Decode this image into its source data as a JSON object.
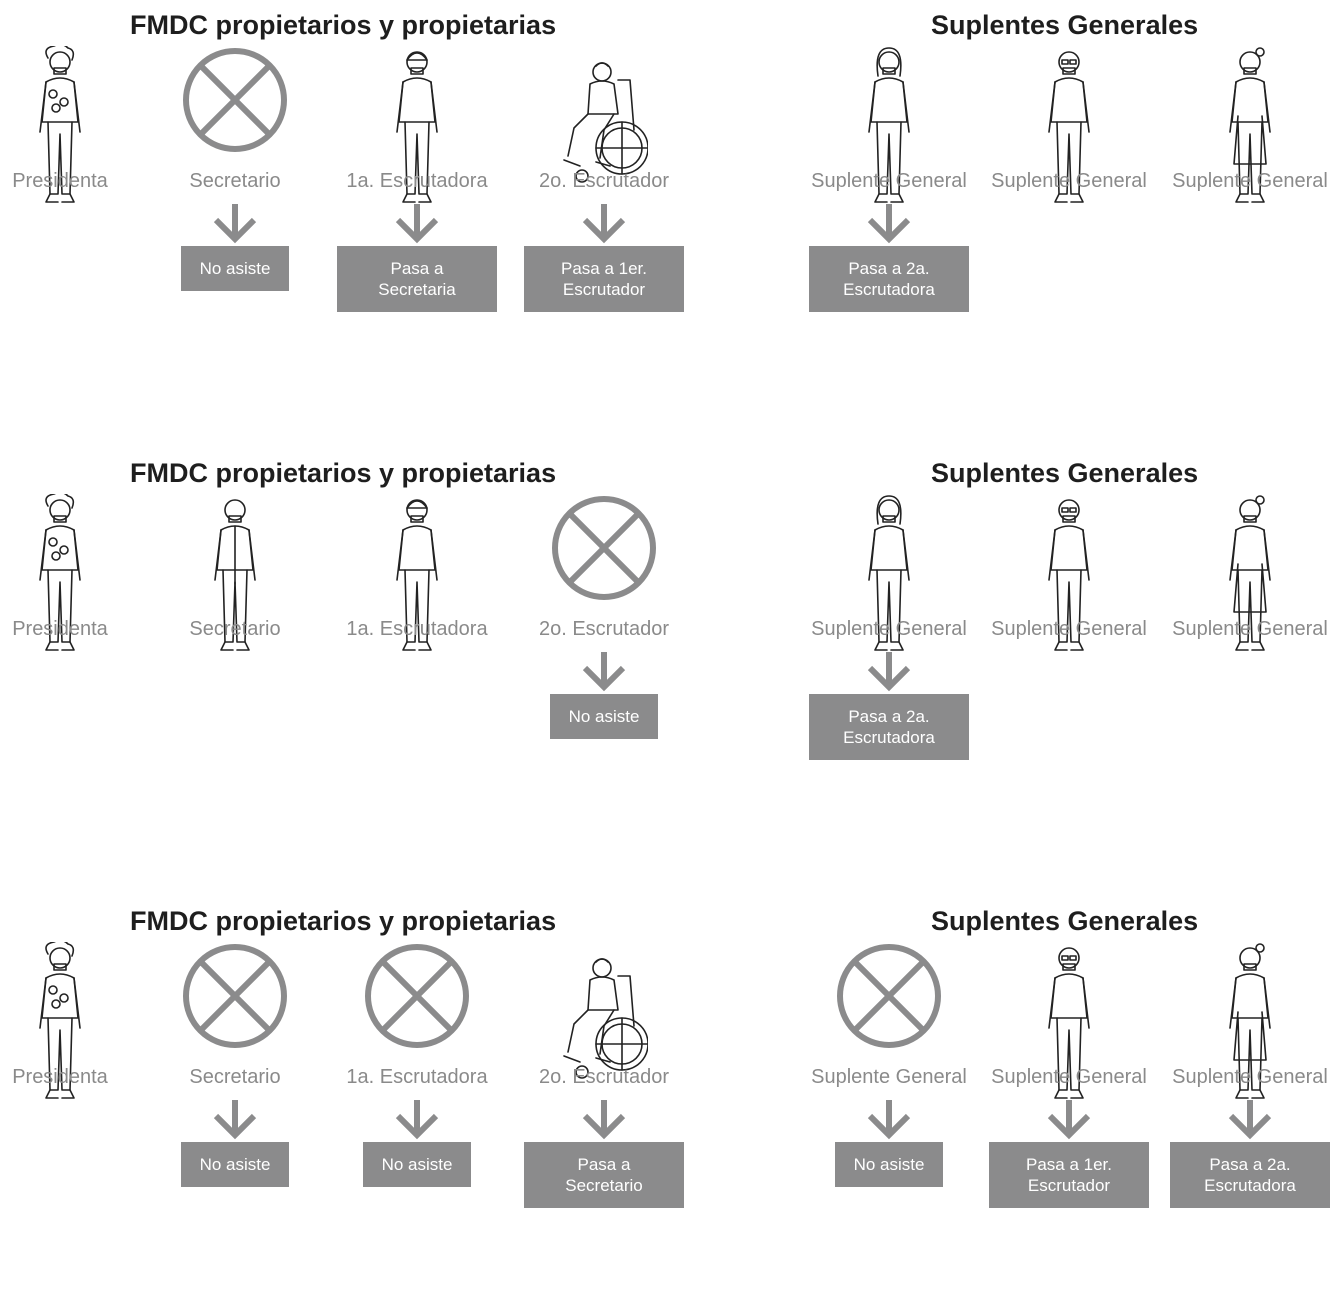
{
  "rows": [
    {
      "left_title": "FMDC propietarios y propietarias",
      "right_title": "Suplentes Generales",
      "members": [
        {
          "role": "Presidenta",
          "figure": "woman-curly-hair-icon",
          "absent": false,
          "box": null
        },
        {
          "role": "Secretario",
          "figure": "absent-cross-icon",
          "absent": true,
          "box": "No asiste"
        },
        {
          "role": "1a. Escrutadora",
          "figure": "woman-beanie-icon",
          "absent": false,
          "box_line1": "Pasa a",
          "box_line2": "Secretaria"
        },
        {
          "role": "2o. Escrutador",
          "figure": "man-wheelchair-icon",
          "absent": false,
          "box_line1": "Pasa a 1er.",
          "box_line2": "Escrutador"
        },
        {
          "role": "Suplente General",
          "figure": "woman-long-hair-icon",
          "absent": false,
          "box_line1": "Pasa a 2a.",
          "box_line2": "Escrutadora"
        },
        {
          "role": "Suplente General",
          "figure": "man-glasses-icon",
          "absent": false,
          "box": null
        },
        {
          "role": "Suplente General",
          "figure": "woman-dress-icon",
          "absent": false,
          "box": null
        }
      ]
    },
    {
      "left_title": "FMDC propietarios y propietarias",
      "right_title": "Suplentes Generales",
      "members": [
        {
          "role": "Presidenta",
          "figure": "woman-curly-hair-icon",
          "absent": false,
          "box": null
        },
        {
          "role": "Secretario",
          "figure": "man-jacket-icon",
          "absent": false,
          "box": null
        },
        {
          "role": "1a. Escrutadora",
          "figure": "woman-beanie-icon",
          "absent": false,
          "box": null
        },
        {
          "role": "2o. Escrutador",
          "figure": "absent-cross-icon",
          "absent": true,
          "box": "No asiste"
        },
        {
          "role": "Suplente General",
          "figure": "woman-long-hair-icon",
          "absent": false,
          "box_line1": "Pasa a 2a.",
          "box_line2": "Escrutadora"
        },
        {
          "role": "Suplente General",
          "figure": "man-glasses-icon",
          "absent": false,
          "box": null
        },
        {
          "role": "Suplente General",
          "figure": "woman-dress-icon",
          "absent": false,
          "box": null
        }
      ]
    },
    {
      "left_title": "FMDC propietarios y propietarias",
      "right_title": "Suplentes Generales",
      "members": [
        {
          "role": "Presidenta",
          "figure": "woman-curly-hair-icon",
          "absent": false,
          "box": null
        },
        {
          "role": "Secretario",
          "figure": "absent-cross-icon",
          "absent": true,
          "box": "No asiste"
        },
        {
          "role": "1a. Escrutadora",
          "figure": "absent-cross-icon",
          "absent": true,
          "box": "No asiste"
        },
        {
          "role": "2o. Escrutador",
          "figure": "man-wheelchair-icon",
          "absent": false,
          "box_line1": "Pasa a",
          "box_line2": "Secretario"
        },
        {
          "role": "Suplente General",
          "figure": "absent-cross-icon",
          "absent": true,
          "box": "No asiste"
        },
        {
          "role": "Suplente General",
          "figure": "man-glasses-icon",
          "absent": false,
          "box_line1": "Pasa a 1er.",
          "box_line2": "Escrutador"
        },
        {
          "role": "Suplente General",
          "figure": "woman-dress-icon",
          "absent": false,
          "box_line1": "Pasa a 2a.",
          "box_line2": "Escrutadora"
        }
      ]
    }
  ],
  "colors": {
    "title": "#1e1e1e",
    "role_text": "#8a8a8a",
    "box_bg": "#8b8b8c",
    "box_text": "#ffffff",
    "icon_gray": "#8b8b8c"
  }
}
